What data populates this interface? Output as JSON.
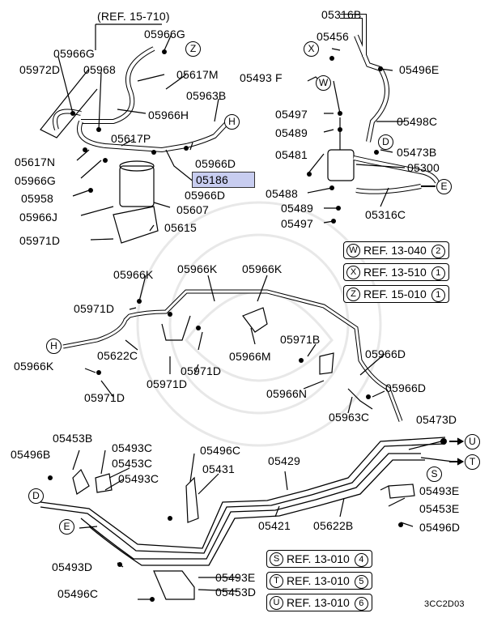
{
  "labels": {
    "ref_15_710": "(REF. 15-710)",
    "p05966G_top": "05966G",
    "p05966G_left": "05966G",
    "p05972D": "05972D",
    "p05968": "05968",
    "p05617M": "05617M",
    "p05966H": "05966H",
    "p05963B": "05963B",
    "p05617P": "05617P",
    "p05617N": "05617N",
    "p05966G_lower": "05966G",
    "p05966D_top": "05966D",
    "p05186": "05186",
    "p05966D_mid": "05966D",
    "p05958": "05958",
    "p05607": "05607",
    "p05966J": "05966J",
    "p05615": "05615",
    "p05971D_top": "05971D",
    "p05316B": "05316B",
    "p05456": "05456",
    "p05493F": "05493 F",
    "p05496E": "05496E",
    "p05497_top": "05497",
    "p05498C": "05498C",
    "p05489_top": "05489",
    "p05481": "05481",
    "p05473B": "05473B",
    "p05300": "05300",
    "p05488": "05488",
    "p05489_bot": "05489",
    "p05316C": "05316C",
    "p05497_bot": "05497",
    "p05966K_a": "05966K",
    "p05966K_b": "05966K",
    "p05966K_c": "05966K",
    "p05971D_mid1": "05971D",
    "p05971B": "05971B",
    "p05966K_d": "05966K",
    "p05622C": "05622C",
    "p05966M": "05966M",
    "p05966D_low1": "05966D",
    "p05971D_mid2": "05971D",
    "p05971D_mid3": "05971D",
    "p05966D_low2": "05966D",
    "p05971D_low": "05971D",
    "p05966N": "05966N",
    "p05963C": "05963C",
    "p05473D": "05473D",
    "p05453B": "05453B",
    "p05493C_a": "05493C",
    "p05496C_top": "05496C",
    "p05496B": "05496B",
    "p05453C": "05453C",
    "p05431": "05431",
    "p05429": "05429",
    "p05493C_b": "05493C",
    "p05493E_right": "05493E",
    "p05453E": "05453E",
    "p05421": "05421",
    "p05622B": "05622B",
    "p05496D": "05496D",
    "p05493D": "05493D",
    "p05493E_bot": "05493E",
    "p05496C_bot": "05496C",
    "p05453D": "05453D",
    "diagram_code": "3CC2D03"
  },
  "markers": {
    "H1": "H",
    "Z": "Z",
    "X": "X",
    "W": "W",
    "D1": "D",
    "E1": "E",
    "H2": "H",
    "D2": "D",
    "E2": "E",
    "S": "S",
    "T": "T",
    "U": "U"
  },
  "refs": [
    {
      "letter": "W",
      "text": "REF. 13-040",
      "num": "2"
    },
    {
      "letter": "X",
      "text": "REF. 13-510",
      "num": "1"
    },
    {
      "letter": "Z",
      "text": "REF. 15-010",
      "num": "1"
    },
    {
      "letter": "S",
      "text": "REF. 13-010",
      "num": "4"
    },
    {
      "letter": "T",
      "text": "REF. 13-010",
      "num": "5"
    },
    {
      "letter": "U",
      "text": "REF. 13-010",
      "num": "6"
    }
  ],
  "colors": {
    "highlight": "#c8cdf0"
  }
}
